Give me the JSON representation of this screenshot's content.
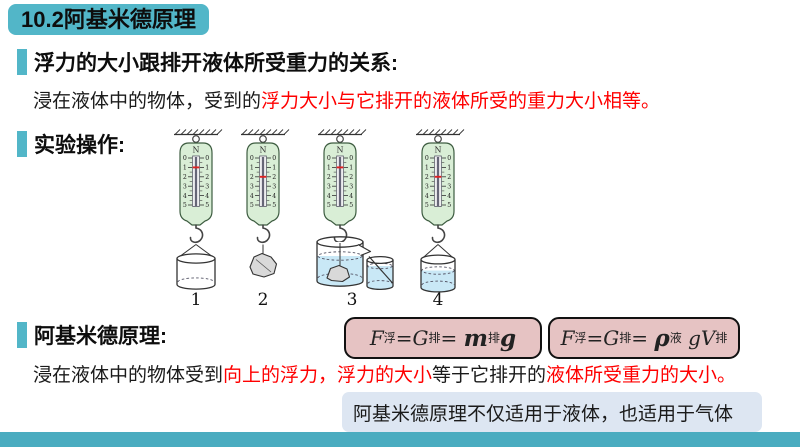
{
  "colors": {
    "accent_teal": "#52b6c8",
    "footer_teal": "#4aacc0",
    "red_text": "#ff0000",
    "formula_pink": "#e6c3c3",
    "note_bg": "#dde6f2",
    "scale_green": "#d9eed6",
    "water_blue": "#c9e8f6",
    "stone_gray": "#d9d9d9"
  },
  "page": {
    "title_badge": "10.2阿基米德原理"
  },
  "sections": {
    "relation": {
      "heading": "浮力的大小跟排开液体所受重力的关系:",
      "body": [
        {
          "text": "浸在液体中的物体，受到的",
          "red": false
        },
        {
          "text": "浮力大小与它排开的液体所受的重力大小相等。",
          "red": true
        }
      ]
    },
    "experiment": {
      "heading": "实验操作:",
      "scale_unit": "N",
      "tick_labels": [
        "0",
        "1",
        "2",
        "3",
        "4",
        "5"
      ],
      "setups": [
        {
          "label": "1",
          "reading": 1,
          "object": "bucket-empty"
        },
        {
          "label": "2",
          "reading": 2,
          "object": "stone"
        },
        {
          "label": "3",
          "reading": 1,
          "object": "overflow-beaker-with-cup"
        },
        {
          "label": "4",
          "reading": 2,
          "object": "bucket-with-water"
        }
      ]
    },
    "principle": {
      "heading": "阿基米德原理:",
      "formulas": [
        {
          "tokens": [
            [
              "F",
              "i"
            ],
            [
              "浮",
              "s"
            ],
            [
              "=",
              "n"
            ],
            [
              "G",
              "i"
            ],
            [
              "排",
              "s"
            ],
            [
              "= ",
              "n"
            ],
            [
              "m",
              "bi"
            ],
            [
              "排",
              "s"
            ],
            [
              "g",
              "bi"
            ]
          ]
        },
        {
          "tokens": [
            [
              "F",
              "i"
            ],
            [
              "浮",
              "s"
            ],
            [
              "=",
              "n"
            ],
            [
              "G",
              "i"
            ],
            [
              "排",
              "s"
            ],
            [
              "= ",
              "n"
            ],
            [
              "ρ",
              "bi"
            ],
            [
              "液",
              "s"
            ],
            [
              " ",
              "n"
            ],
            [
              "g",
              "i"
            ],
            [
              "V",
              "i"
            ],
            [
              "排",
              "s"
            ]
          ]
        }
      ],
      "body": [
        {
          "text": "浸在液体中的物体受到",
          "red": false
        },
        {
          "text": "向上的浮力，浮力的大小",
          "red": true
        },
        {
          "text": "等于它排开的",
          "red": false
        },
        {
          "text": "液体所受重力的大小。",
          "red": true
        }
      ],
      "note": "阿基米德原理不仅适用于液体，也适用于气体"
    }
  }
}
